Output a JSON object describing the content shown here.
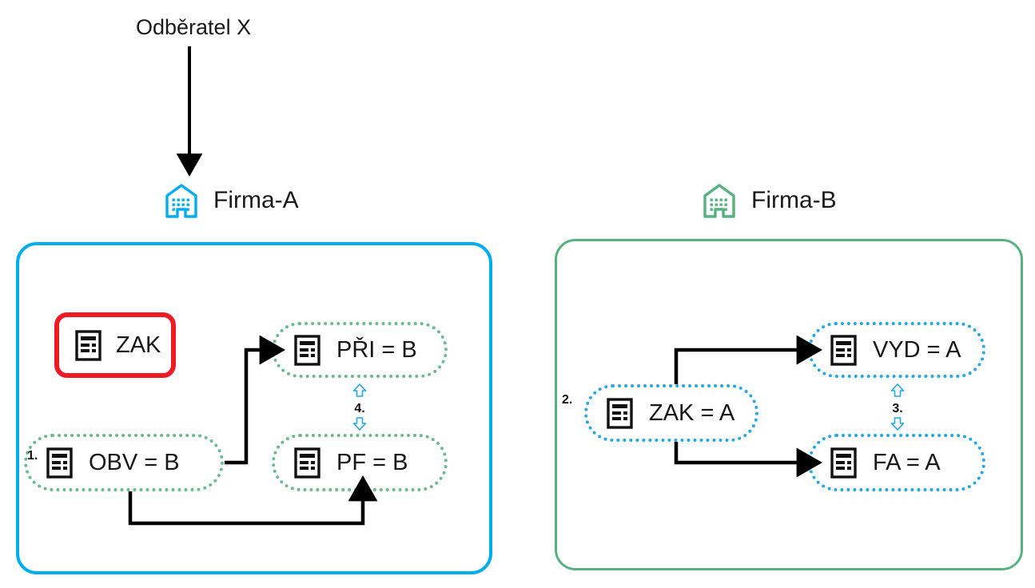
{
  "diagram": {
    "source": {
      "label": "Odběratel X",
      "arrow_icon": "down-arrow-icon"
    },
    "companies": [
      {
        "id": "firma-a",
        "name": "Firma-A",
        "icon": "building-icon",
        "accent_color": "#00AEEF",
        "node_border_color": "#68BB8C",
        "nodes": [
          {
            "id": "zak-a",
            "label": "ZAK",
            "icon": "document-icon",
            "style": "highlighted",
            "highlight_color": "#EE1B24"
          },
          {
            "id": "obv-b",
            "label": "OBV = B",
            "icon": "document-icon",
            "style": "dotted-pill",
            "step": "1."
          },
          {
            "id": "pri-b",
            "label": "PŘI = B",
            "icon": "document-icon",
            "style": "dotted-pill"
          },
          {
            "id": "pf-b",
            "label": "PF = B",
            "icon": "document-icon",
            "style": "dotted-pill"
          }
        ],
        "sync_link": {
          "step": "4.",
          "up_icon": "hollow-up-arrow-icon",
          "down_icon": "hollow-down-arrow-icon",
          "color": "#1FA6E8"
        }
      },
      {
        "id": "firma-b",
        "name": "Firma-B",
        "icon": "building-icon",
        "accent_color": "#55B27F",
        "node_border_color": "#22A7E8",
        "nodes": [
          {
            "id": "zak-eq-a",
            "label": "ZAK = A",
            "icon": "document-icon",
            "style": "dotted-pill",
            "step": "2."
          },
          {
            "id": "vyd-a",
            "label": "VYD = A",
            "icon": "document-icon",
            "style": "dotted-pill"
          },
          {
            "id": "fa-a",
            "label": "FA = A",
            "icon": "document-icon",
            "style": "dotted-pill"
          }
        ],
        "sync_link": {
          "step": "3.",
          "up_icon": "hollow-up-arrow-icon",
          "down_icon": "hollow-down-arrow-icon",
          "color": "#1FA6E8"
        }
      }
    ],
    "connectors": [
      {
        "from": "odberatel-x",
        "to": "firma-a",
        "type": "solid-arrow"
      },
      {
        "from": "obv-b",
        "to": "pri-b",
        "type": "solid-arrow"
      },
      {
        "from": "obv-b",
        "to": "pf-b",
        "type": "solid-arrow"
      },
      {
        "from": "zak-eq-a",
        "to": "vyd-a",
        "type": "solid-arrow"
      },
      {
        "from": "zak-eq-a",
        "to": "fa-a",
        "type": "solid-arrow"
      }
    ]
  }
}
